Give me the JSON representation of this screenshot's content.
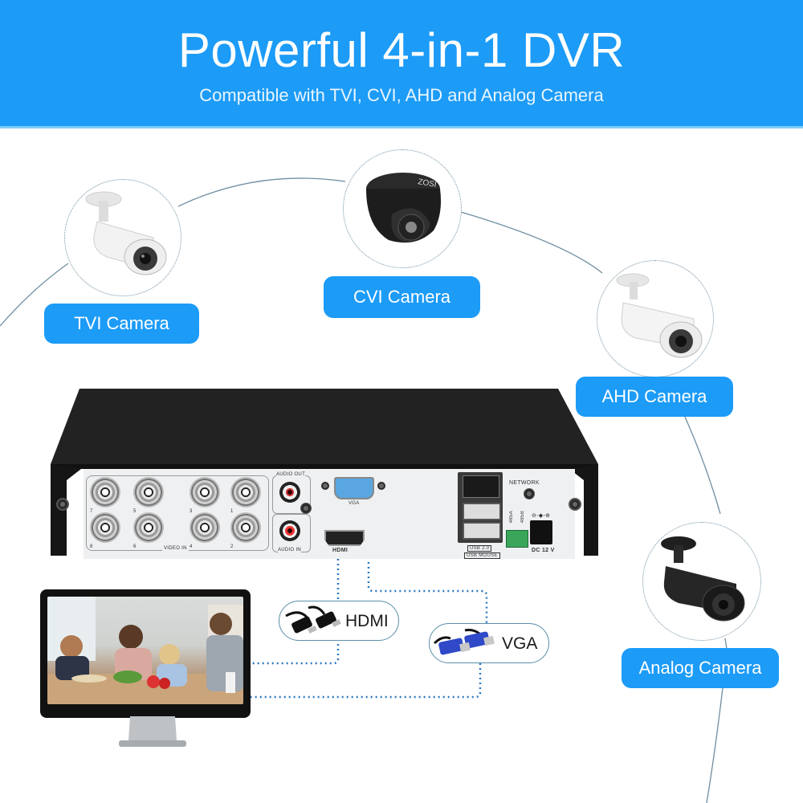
{
  "banner": {
    "title": "Powerful 4-in-1 DVR",
    "subtitle": "Compatible with TVI, CVI, AHD and Analog Camera",
    "background_color": "#1c9bf7"
  },
  "cameras": [
    {
      "label": "TVI Camera",
      "type": "white bullet camera",
      "icon": "bullet-camera-white-icon"
    },
    {
      "label": "CVI Camera",
      "type": "black dome camera",
      "brand_text": "ZOSI",
      "icon": "dome-camera-black-icon"
    },
    {
      "label": "AHD Camera",
      "type": "white bullet camera",
      "icon": "bullet-camera-white-icon"
    },
    {
      "label": "Analog Camera",
      "type": "black bullet camera",
      "icon": "bullet-camera-black-icon"
    }
  ],
  "dvr": {
    "video_in_label": "VIDEO IN",
    "channels": [
      "7",
      "5",
      "3",
      "1",
      "8",
      "6",
      "4",
      "2"
    ],
    "audio_out_label": "AUDIO OUT",
    "audio_in_label": "AUDIO IN",
    "vga_label": "VGA",
    "hdmi_label": "HDMI",
    "network_label": "NETWORK",
    "usb_label_1": "USB 2.0",
    "usb_label_2": "USB MOUSE",
    "rs485_a": "485A",
    "rs485_b": "485B",
    "power_label": "DC 12 V",
    "polarity": "⊖-◆-⊕"
  },
  "cables": [
    {
      "label": "HDMI",
      "icon": "hdmi-cable-icon"
    },
    {
      "label": "VGA",
      "icon": "vga-cable-icon"
    }
  ],
  "monitor": {
    "content": "family at kitchen table photo",
    "icon": "monitor-icon"
  },
  "colors": {
    "accent_blue": "#1c9bf7",
    "connector_line": "#6f8ea0",
    "dotted_cable_line": "#2a78c2"
  }
}
